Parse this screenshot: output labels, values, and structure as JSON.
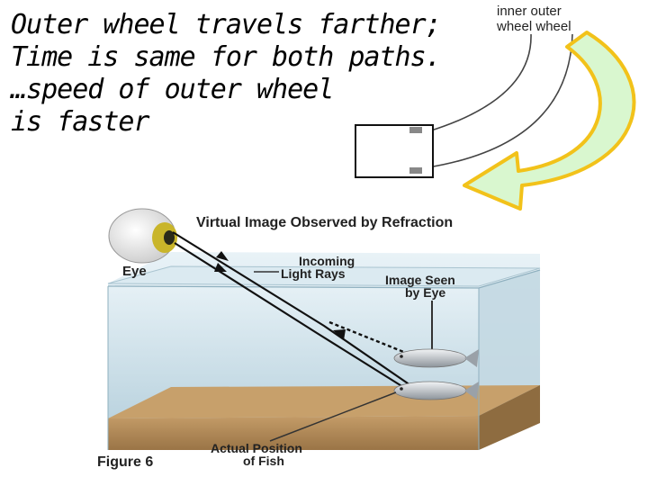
{
  "slide": {
    "lines": [
      "Outer wheel travels farther;",
      "Time is same for both paths.",
      "…speed of outer wheel",
      "is faster"
    ]
  },
  "wheel_diagram": {
    "labels_row1": "inner  outer",
    "labels_row2": "wheel wheel"
  },
  "refraction_figure": {
    "title": "Virtual Image Observed by Refraction",
    "eye_label": "Eye",
    "incoming_label_line1": "Incoming",
    "incoming_label_line2": "Light Rays",
    "image_seen_line1": "Image Seen",
    "image_seen_line2": "by Eye",
    "figure_label": "Figure 6",
    "actual_line1": "Actual Position",
    "actual_line2": "of Fish"
  },
  "colors": {
    "arrow_fill": "#d9f7cf",
    "arrow_outline": "#f2c21a",
    "water": "#cfe2ea",
    "sand": "#b08a5a",
    "eye_iris": "#c9b52a"
  }
}
